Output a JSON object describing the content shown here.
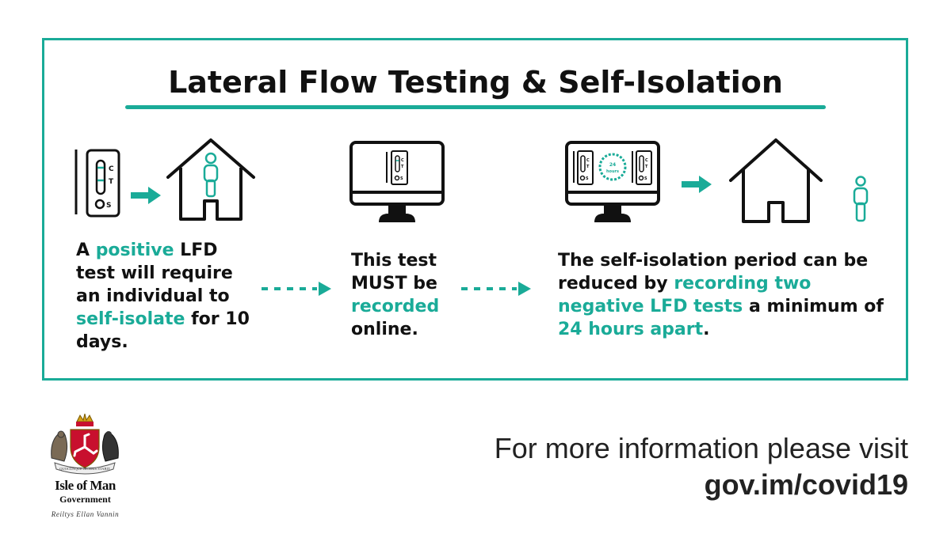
{
  "title": "Lateral Flow Testing & Self-Isolation",
  "step1": {
    "pre": "A ",
    "accent1": "positive",
    "mid": " LFD test will require an individual to ",
    "accent2": "self-isolate",
    "post": " for 10 days."
  },
  "step2": {
    "pre": "This test MUST be ",
    "accent": "recorded",
    "post": " online."
  },
  "step3": {
    "pre": "The self-isolation period can be reduced by ",
    "accent1": "recording two negative LFD tests",
    "mid": " a minimum of ",
    "accent2": "24 hours apart",
    "post": "."
  },
  "test_labels": {
    "c": "C",
    "t": "T",
    "s": "S"
  },
  "timer_label": "24 hours",
  "footer": {
    "line1": "For more information please visit",
    "line2": "gov.im/covid19"
  },
  "logo": {
    "name": "Isle of Man",
    "sub": "Government",
    "tagline": "Reiltys Ellan Vannin",
    "motto": "QUOCUNQUE JECERIS STABIT"
  },
  "colors": {
    "accent": "#1aab98",
    "text": "#111111",
    "crest_red": "#c8102e"
  }
}
